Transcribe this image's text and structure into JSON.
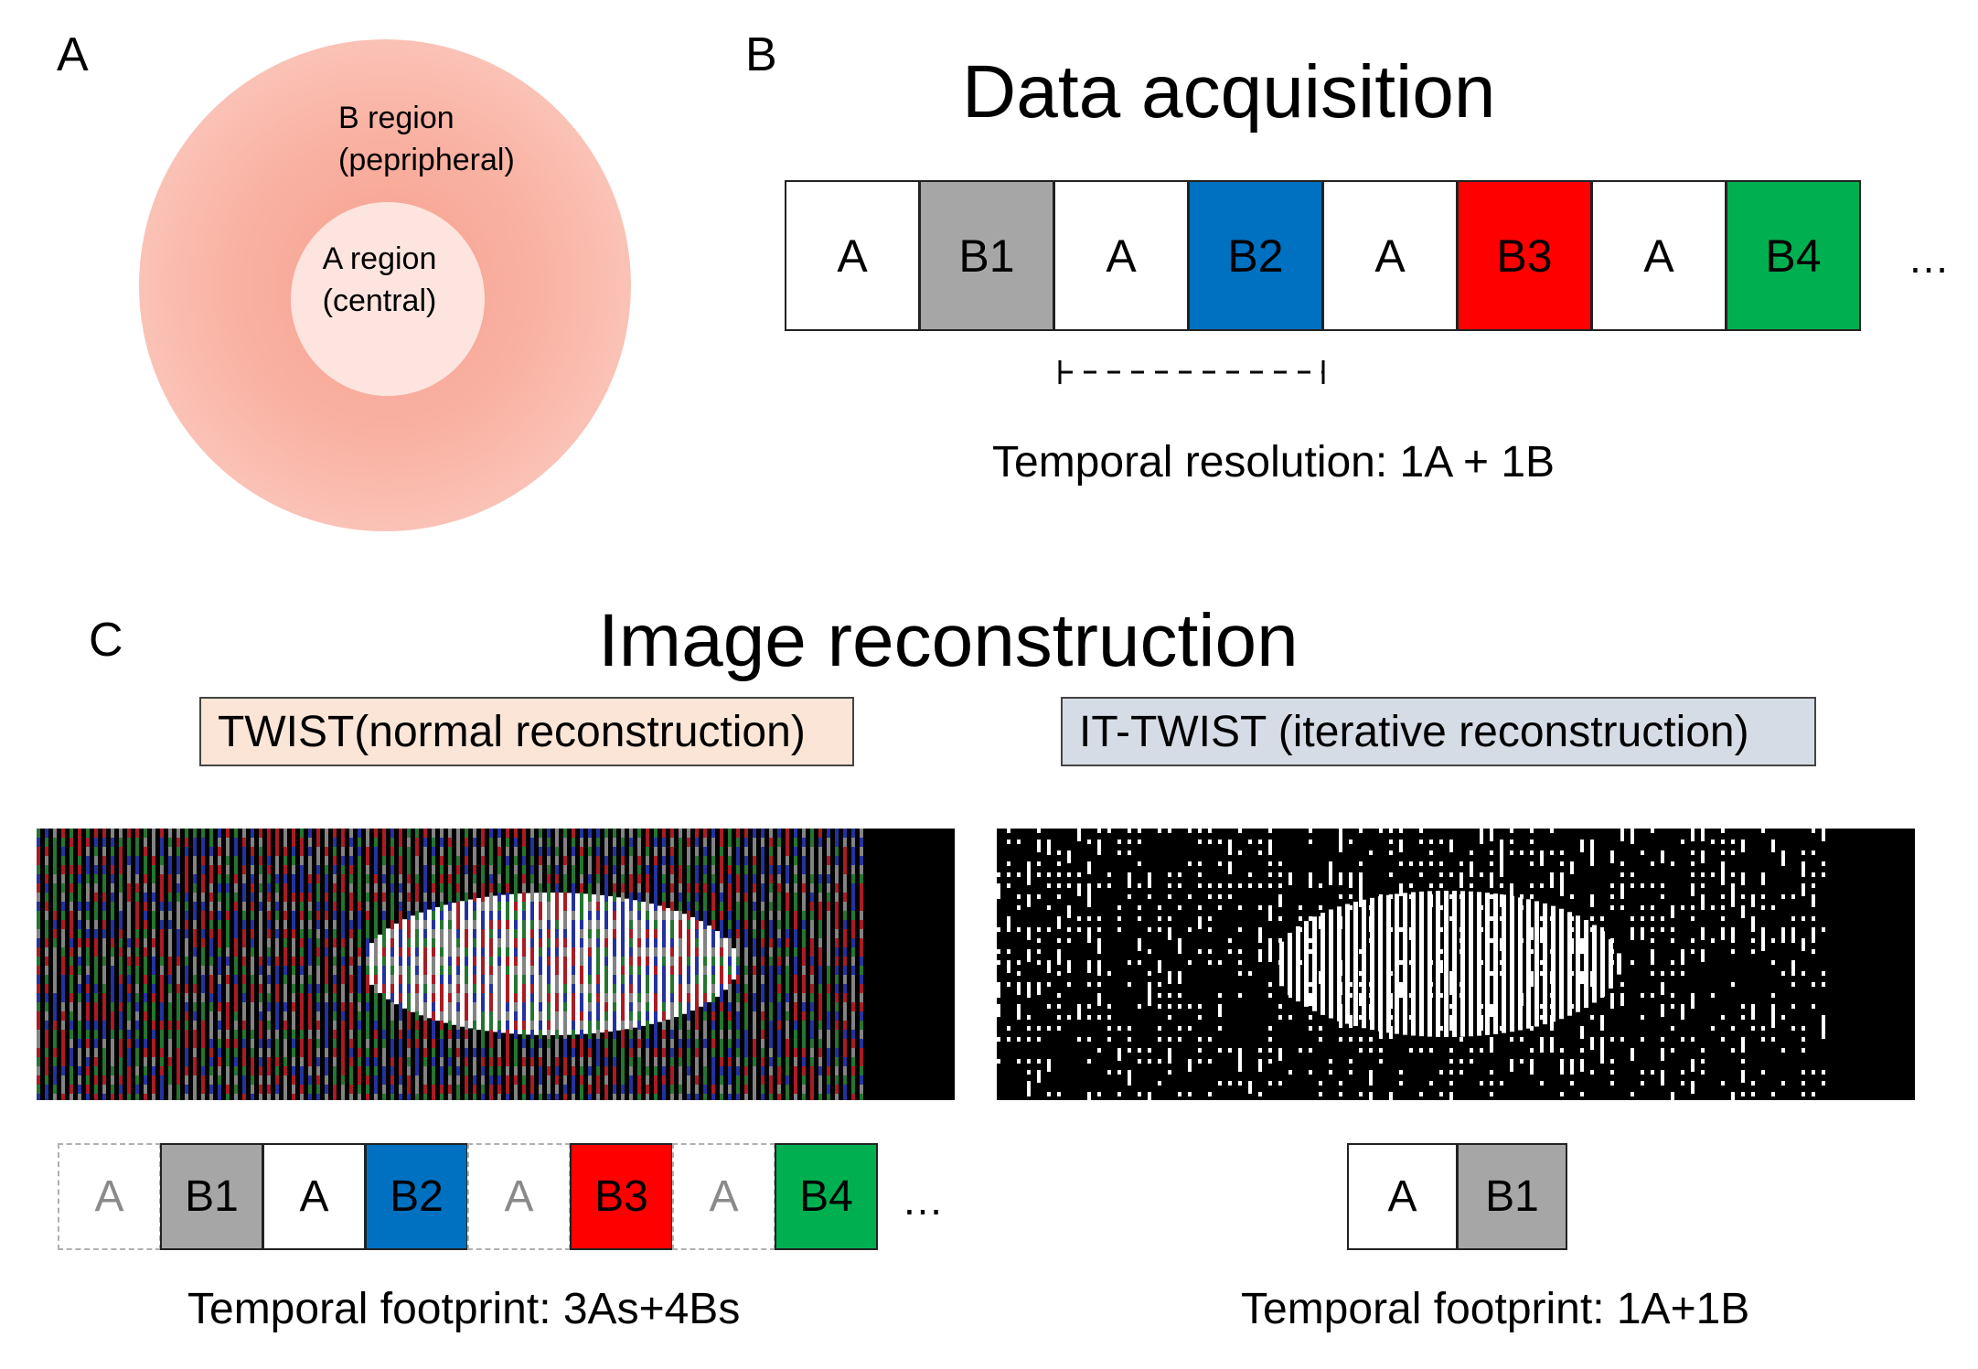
{
  "panel_a": {
    "letter": "A",
    "outer_label": [
      "B region",
      "(pepripheral)"
    ],
    "inner_label": [
      "A region",
      "(central)"
    ],
    "colors": {
      "outer": "#fbbfb3",
      "outer_center": "#f9a090",
      "inner": "#fde4de"
    }
  },
  "panel_b": {
    "letter": "B",
    "title": "Data acquisition",
    "sequence": [
      {
        "label": "A",
        "color": "#ffffff"
      },
      {
        "label": "B1",
        "color": "#a6a6a6"
      },
      {
        "label": "A",
        "color": "#ffffff"
      },
      {
        "label": "B2",
        "color": "#0070c0"
      },
      {
        "label": "A",
        "color": "#ffffff"
      },
      {
        "label": "B3",
        "color": "#ff0000"
      },
      {
        "label": "A",
        "color": "#ffffff"
      },
      {
        "label": "B4",
        "color": "#00b050"
      }
    ],
    "ellipsis": "…",
    "caption": "Temporal resolution: 1A + 1B"
  },
  "panel_c": {
    "letter": "C",
    "title": "Image reconstruction",
    "left": {
      "label": "TWIST(normal reconstruction)",
      "label_bg": "#fbe5d6",
      "sequence": [
        {
          "label": "A",
          "color": "#ffffff",
          "faded": true
        },
        {
          "label": "B1",
          "color": "#a6a6a6",
          "faded": false
        },
        {
          "label": "A",
          "color": "#ffffff",
          "faded": false
        },
        {
          "label": "B2",
          "color": "#0070c0",
          "faded": false
        },
        {
          "label": "A",
          "color": "#ffffff",
          "faded": true
        },
        {
          "label": "B3",
          "color": "#ff0000",
          "faded": false
        },
        {
          "label": "A",
          "color": "#ffffff",
          "faded": true
        },
        {
          "label": "B4",
          "color": "#00b050",
          "faded": false
        }
      ],
      "ellipsis": "…",
      "caption": "Temporal footprint: 3As+4Bs"
    },
    "right": {
      "label": "IT-TWIST (iterative reconstruction)",
      "label_bg": "#d6dce5",
      "sequence": [
        {
          "label": "A",
          "color": "#ffffff"
        },
        {
          "label": "B1",
          "color": "#a6a6a6"
        }
      ],
      "caption": "Temporal footprint: 1A+1B"
    }
  }
}
